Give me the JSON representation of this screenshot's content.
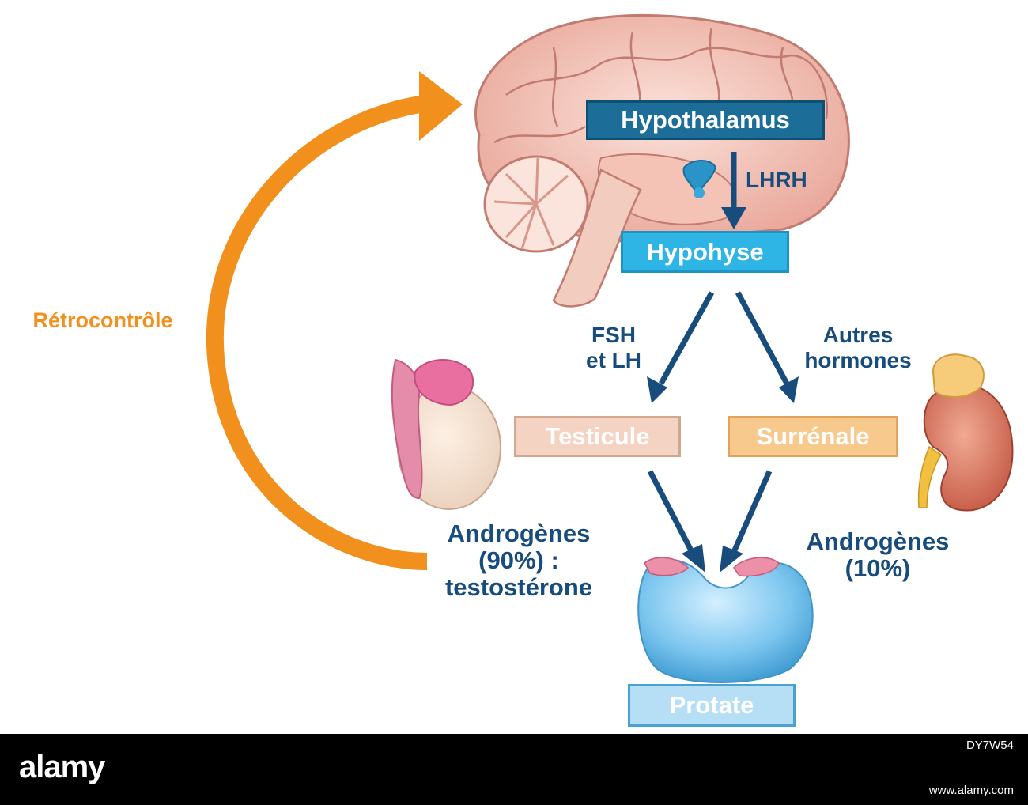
{
  "labels": {
    "hypothalamus": "Hypothalamus",
    "hypophyse": "Hypohyse",
    "testicule": "Testicule",
    "surrenale": "Surrénale",
    "prostate": "Protate",
    "lhrh": "LHRH",
    "fsh_line1": "FSH",
    "fsh_line2": "et LH",
    "autres_line1": "Autres",
    "autres_line2": "hormones",
    "retrocontrole": "Rétrocontrôle",
    "andro90_line1": "Androgènes",
    "andro90_line2": "(90%) :",
    "andro90_line3": "testostérone",
    "andro10_line1": "Androgènes",
    "andro10_line2": "(10%)"
  },
  "footer": {
    "logo": "alamy",
    "image_id": "DY7W54",
    "url": "www.alamy.com"
  },
  "colors": {
    "arrow_blue": "#174c7c",
    "feedback_orange": "#f1901d"
  }
}
